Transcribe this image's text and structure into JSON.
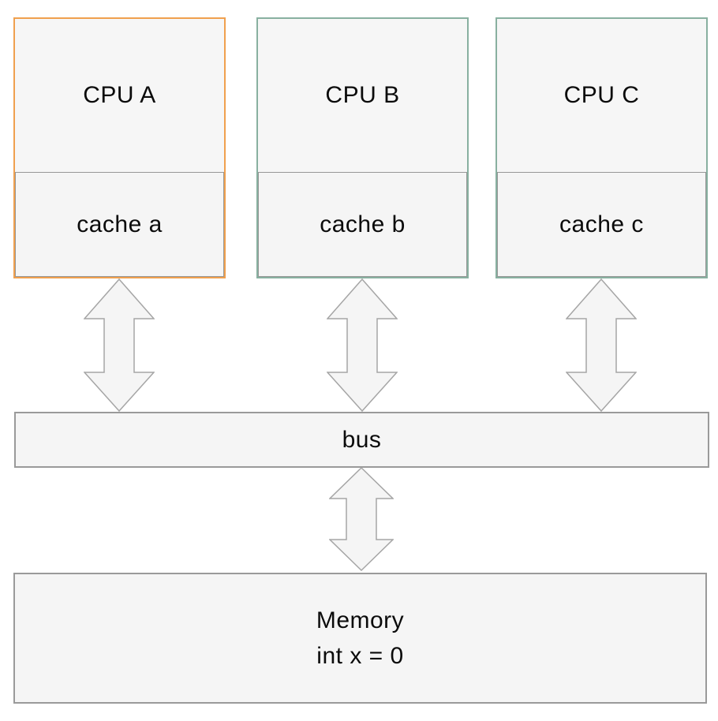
{
  "diagram": {
    "columns": [
      {
        "id": "a",
        "cpu_label": "CPU A",
        "cache_label": "cache a",
        "accent_color": "#f0a04e"
      },
      {
        "id": "b",
        "cpu_label": "CPU B",
        "cache_label": "cache b",
        "accent_color": "#88b0a0"
      },
      {
        "id": "c",
        "cpu_label": "CPU C",
        "cache_label": "cache c",
        "accent_color": "#88b0a0"
      }
    ],
    "bus_label": "bus",
    "memory": {
      "title": "Memory",
      "value": "int x = 0"
    }
  },
  "colors": {
    "box_fill": "#f5f5f5",
    "gray_border": "#9a9a9a",
    "arrow_fill": "#f5f5f5",
    "arrow_stroke": "#a5a5a5",
    "accent_orange": "#f0a04e",
    "accent_teal": "#88b0a0"
  }
}
